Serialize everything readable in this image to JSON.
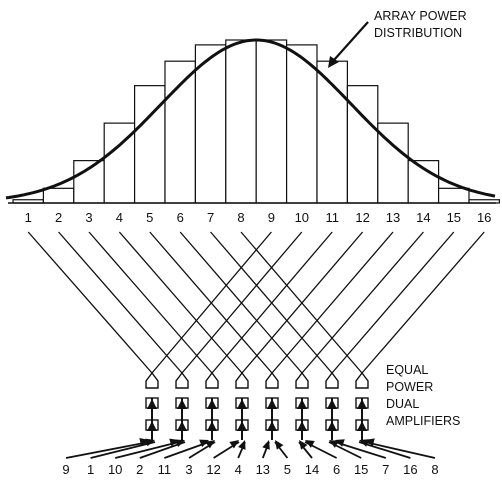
{
  "annotation": {
    "line1": "ARRAY POWER",
    "line2": "DISTRIBUTION"
  },
  "amplifier_label": {
    "line1": "EQUAL",
    "line2": "POWER",
    "line3": "DUAL",
    "line4": "AMPLIFIERS"
  },
  "element_numbers": [
    "1",
    "2",
    "3",
    "4",
    "5",
    "6",
    "7",
    "8",
    "9",
    "10",
    "11",
    "12",
    "13",
    "14",
    "15",
    "16"
  ],
  "input_numbers": [
    "9",
    "1",
    "10",
    "2",
    "11",
    "3",
    "12",
    "4",
    "13",
    "5",
    "14",
    "6",
    "15",
    "7",
    "16",
    "8"
  ],
  "chart_data": {
    "type": "bar",
    "categories": [
      "1",
      "2",
      "3",
      "4",
      "5",
      "6",
      "7",
      "8",
      "9",
      "10",
      "11",
      "12",
      "13",
      "14",
      "15",
      "16"
    ],
    "values": [
      0.02,
      0.09,
      0.26,
      0.49,
      0.72,
      0.87,
      0.97,
      1.0,
      1.0,
      0.97,
      0.87,
      0.72,
      0.49,
      0.26,
      0.09,
      0.02
    ],
    "curve": "gaussian",
    "ylim": [
      0,
      1
    ]
  }
}
